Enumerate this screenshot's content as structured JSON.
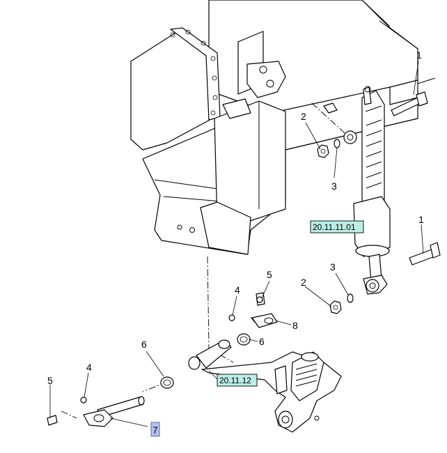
{
  "diagram": {
    "callouts": [
      "1",
      "1",
      "2",
      "2",
      "3",
      "3",
      "4",
      "4",
      "5",
      "5",
      "6",
      "6",
      "8"
    ],
    "selected_callout": "7",
    "section_refs": [
      "20.11.11.01",
      "20.11.12"
    ],
    "colors": {
      "ref_highlight": "#b9efe4",
      "selected_highlight": "#b4c2ef",
      "line": "#000000",
      "background": "#ffffff"
    }
  }
}
